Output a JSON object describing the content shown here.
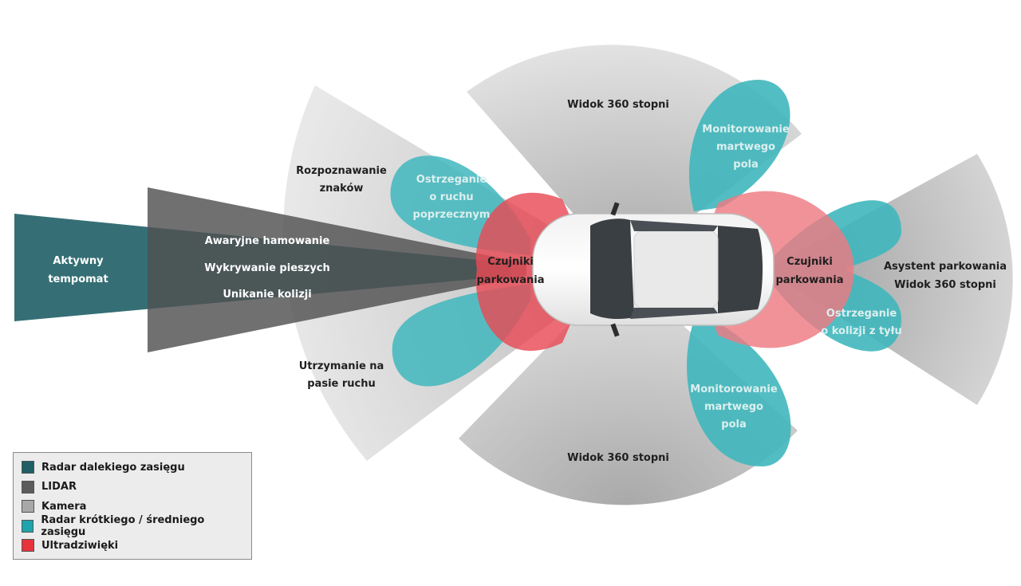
{
  "labels": {
    "aktywny": [
      "Aktywny",
      "tempomat"
    ],
    "awaryjne": "Awaryjne hamowanie",
    "pieszych": "Wykrywanie pieszych",
    "kolizji": "Unikanie kolizji",
    "znakow": [
      "Rozpoznawanie",
      "znaków"
    ],
    "pas": [
      "Utrzymanie na",
      "pasie ruchu"
    ],
    "ruch_poprzeczny": [
      "Ostrzeganie",
      "o ruchu",
      "poprzecznym"
    ],
    "czujniki_przod": [
      "Czujniki",
      "parkowania"
    ],
    "czujniki_tyl": [
      "Czujniki",
      "parkowania"
    ],
    "widok_gora": "Widok  360 stopni",
    "widok_dol": "Widok  360 stopni",
    "martwe_gora": [
      "Monitorowanie",
      "martwego",
      "pola"
    ],
    "martwe_dol": [
      "Monitorowanie",
      "martwego",
      "pola"
    ],
    "asystent": [
      "Asystent parkowania",
      "Widok  360 stopni"
    ],
    "kolizja_tyl": [
      "Ostrzeganie",
      "o kolizji z tyłu"
    ]
  },
  "legend": [
    {
      "label": "Radar dalekiego zasięgu",
      "color": "#1f5f66"
    },
    {
      "label": "LIDAR",
      "color": "#5c5c5c"
    },
    {
      "label": "Kamera",
      "color": "#a8a8a8"
    },
    {
      "label": "Radar krótkiego / średniego zasięgu",
      "color": "#1ea4ac"
    },
    {
      "label": "Ultradziwięki",
      "color": "#e8323c"
    }
  ],
  "colors": {
    "long_radar": "#1f5f66",
    "lidar": "#5c5c5c",
    "camera": "#d6d6d6",
    "short_radar": "#3fb7bd",
    "ultrasonic": "#e84a55"
  }
}
